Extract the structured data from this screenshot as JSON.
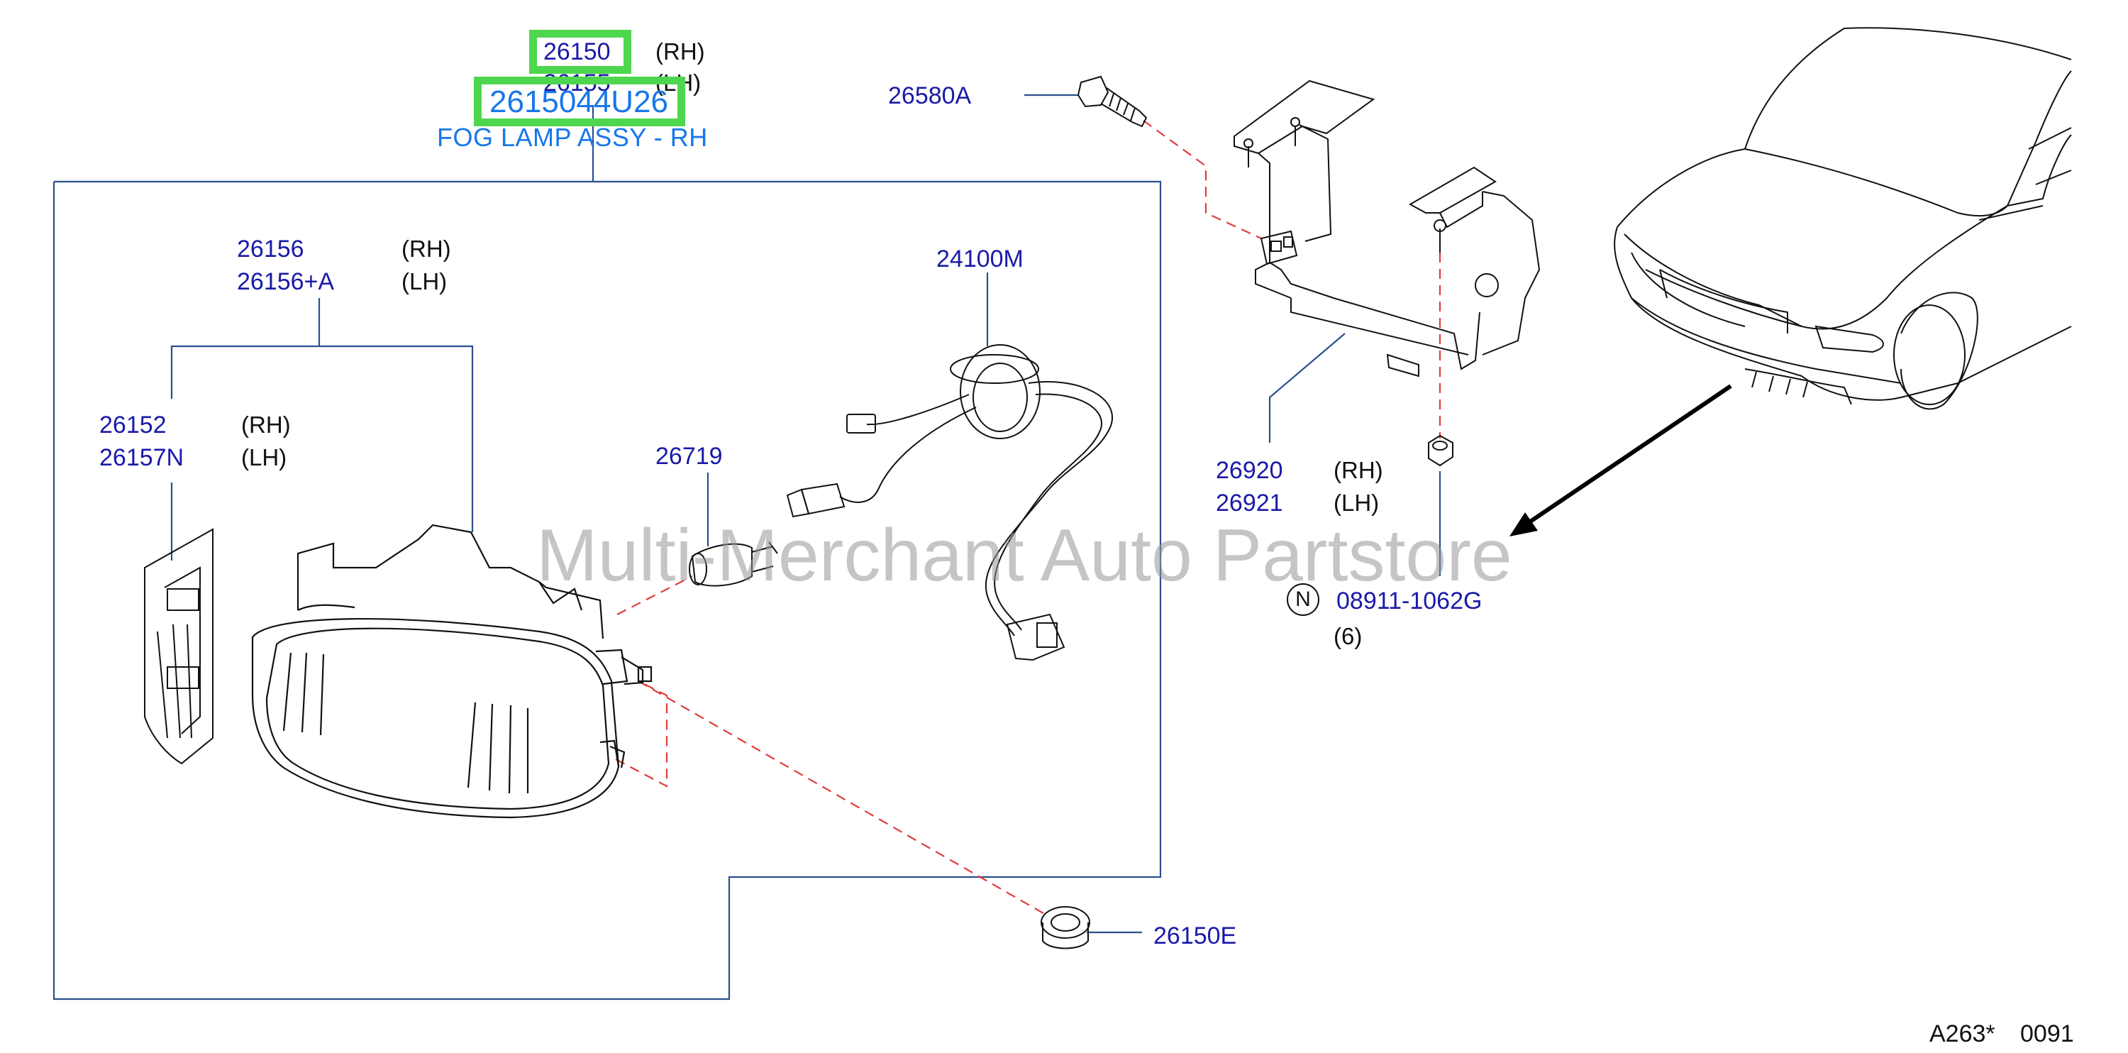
{
  "header": {
    "part_rh": "26150",
    "part_lh": "26155",
    "side_rh": "(RH)",
    "side_lh": "(LH)",
    "selected_part": "2615044U26",
    "selected_title": "FOG LAMP ASSY - RH"
  },
  "callouts": {
    "lamp_26156": {
      "rh": "26156",
      "lh": "26156+A",
      "rh_side": "(RH)",
      "lh_side": "(LH)"
    },
    "lens_26152": {
      "rh": "26152",
      "lh": "26157N",
      "rh_side": "(RH)",
      "lh_side": "(LH)"
    },
    "bulb": "26719",
    "harness": "24100M",
    "screw": "26580A",
    "bracket": {
      "rh": "26920",
      "lh": "26921",
      "rh_side": "(RH)",
      "lh_side": "(LH)"
    },
    "nut": {
      "part": "08911-1062G",
      "qty": "(6)",
      "marker": "N"
    },
    "grommet": "26150E"
  },
  "watermark": "Multi-Merchant Auto Partstore",
  "footer": {
    "code": "A263*",
    "page": "0091"
  },
  "colors": {
    "part_number": "#1a1aa8",
    "highlight_border": "#4fd64f",
    "highlight_text": "#1877e8",
    "callout_line": "#2a4f8f",
    "dashed_line": "#e23b3b"
  },
  "icons": [
    "fog-lamp",
    "lens-cover",
    "bulb",
    "wire-harness",
    "bolt",
    "mounting-bracket",
    "nut",
    "grommet",
    "car-front"
  ]
}
